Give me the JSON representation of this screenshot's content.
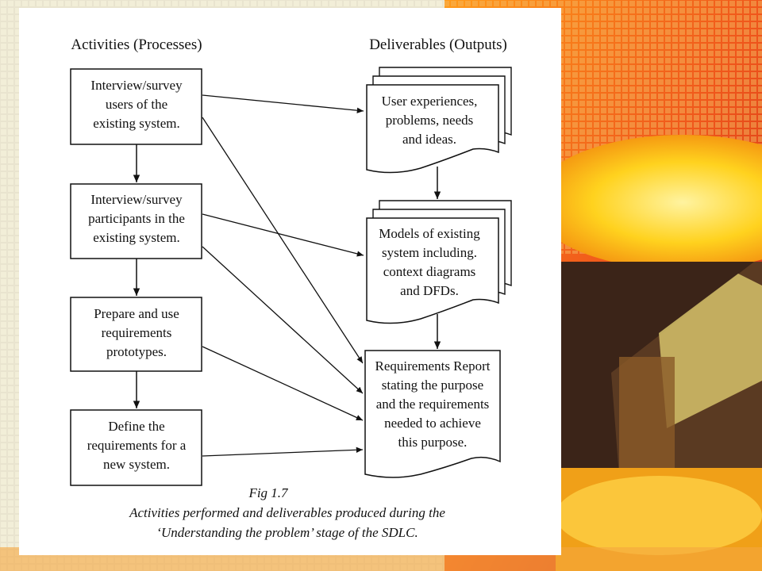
{
  "headers": {
    "activities": "Activities (Processes)",
    "deliverables": "Deliverables (Outputs)"
  },
  "activities": [
    {
      "lines": [
        "Interview/survey",
        "users of the",
        "existing system."
      ]
    },
    {
      "lines": [
        "Interview/survey",
        "participants in the",
        "existing system."
      ]
    },
    {
      "lines": [
        "Prepare and use",
        "requirements",
        "prototypes."
      ]
    },
    {
      "lines": [
        "Define the",
        "requirements for a",
        "new system."
      ]
    }
  ],
  "deliverables": [
    {
      "lines": [
        "User experiences,",
        "problems, needs",
        "and ideas."
      ]
    },
    {
      "lines": [
        "Models of existing",
        "system including.",
        "context diagrams",
        "and DFDs."
      ]
    },
    {
      "lines": [
        "Requirements Report",
        "stating the purpose",
        "and the requirements",
        "needed to achieve",
        "this purpose."
      ]
    }
  ],
  "caption": {
    "fig": "Fig 1.7",
    "line1": "Activities performed and deliverables produced during the",
    "line2": "‘Understanding the problem’ stage of the SDLC."
  },
  "colors": {
    "orange": "#f06a10",
    "red": "#d9301c",
    "yellow": "#ffd21e",
    "dark": "#3a2a20"
  }
}
